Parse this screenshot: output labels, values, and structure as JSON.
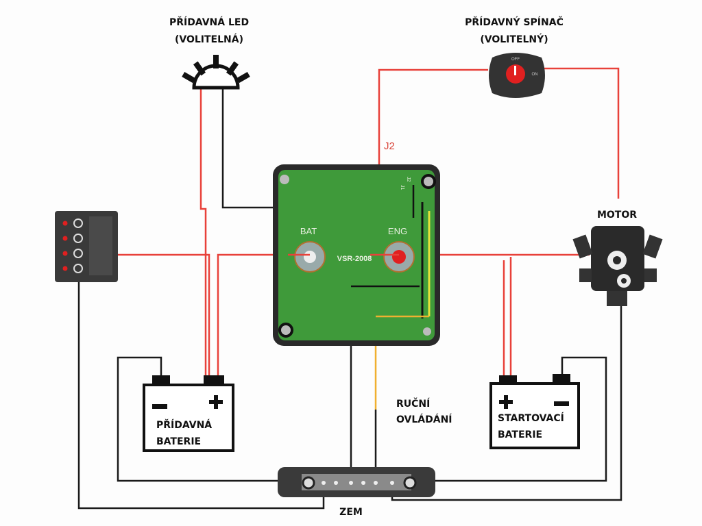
{
  "labels": {
    "led_line1": "PŘÍDAVNÁ LED",
    "led_line2": "(VOLITELNÁ)",
    "switch_line1": "PŘÍDAVNÝ SPÍNAČ",
    "switch_line2": "(VOLITELNÝ)",
    "j2": "J2",
    "motor": "MOTOR",
    "aux_battery_line1": "PŘÍDAVNÁ",
    "aux_battery_line2": "BATERIE",
    "start_battery_line1": "STARTOVACÍ",
    "start_battery_line2": "BATERIE",
    "manual_line1": "RUČNÍ",
    "manual_line2": "OVLÁDÁNÍ",
    "ground": "ZEM"
  },
  "vsr": {
    "bat": "BAT",
    "eng": "ENG",
    "model": "VSR-2008",
    "j1": "J1",
    "j2": "J2"
  },
  "switch": {
    "off": "OFF",
    "on": "ON"
  },
  "colors": {
    "wire_positive": "#e8413a",
    "wire_negative": "#1a1a1a",
    "wire_manual": "#f0b030",
    "vsr_board": "#3f9a3a"
  }
}
